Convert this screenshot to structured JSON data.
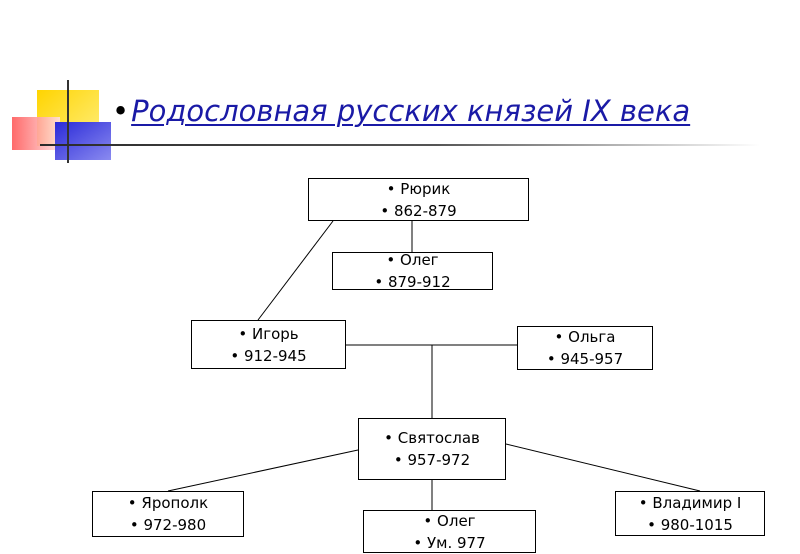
{
  "slide": {
    "title": "Родословная русских князей IX века"
  },
  "tree": {
    "nodes": [
      {
        "id": "ryurik",
        "name": "Рюрик",
        "dates": "862-879"
      },
      {
        "id": "oleg",
        "name": "Олег",
        "dates": "879-912"
      },
      {
        "id": "igor",
        "name": "Игорь",
        "dates": "912-945"
      },
      {
        "id": "olga",
        "name": "Ольга",
        "dates": "945-957"
      },
      {
        "id": "svyatoslav",
        "name": "Святослав",
        "dates": "957-972"
      },
      {
        "id": "yaropolk",
        "name": "Ярополк",
        "dates": "972-980"
      },
      {
        "id": "oleg-son",
        "name": "Олег",
        "dates": "Ум. 977"
      },
      {
        "id": "vladimir",
        "name": "Владимир I",
        "dates": "980-1015"
      }
    ],
    "links": [
      {
        "from": "ryurik",
        "to": "oleg"
      },
      {
        "from": "ryurik",
        "to": "igor"
      },
      {
        "from": "igor",
        "to": "olga",
        "kind": "marriage"
      },
      {
        "from": "igor+olga",
        "to": "svyatoslav"
      },
      {
        "from": "svyatoslav",
        "to": "yaropolk"
      },
      {
        "from": "svyatoslav",
        "to": "oleg-son"
      },
      {
        "from": "svyatoslav",
        "to": "vladimir"
      }
    ]
  }
}
